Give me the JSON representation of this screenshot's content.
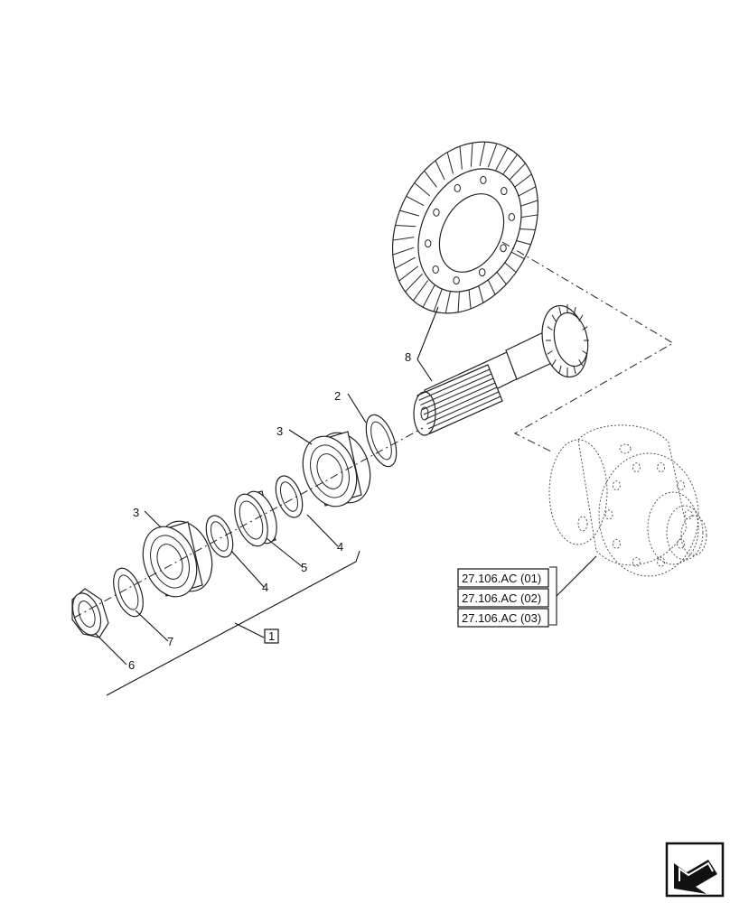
{
  "callouts": [
    {
      "id": "c8",
      "text": "8"
    },
    {
      "id": "c2",
      "text": "2"
    },
    {
      "id": "c3a",
      "text": "3"
    },
    {
      "id": "c3b",
      "text": "3"
    },
    {
      "id": "c4a",
      "text": "4"
    },
    {
      "id": "c4b",
      "text": "4"
    },
    {
      "id": "c5",
      "text": "5"
    },
    {
      "id": "c7",
      "text": "7"
    },
    {
      "id": "c6",
      "text": "6"
    },
    {
      "id": "c1",
      "text": "1"
    }
  ],
  "references": [
    "27.106.AC (01)",
    "27.106.AC (02)",
    "27.106.AC (03)"
  ],
  "icons": {
    "nav": "next-page-arrow-icon"
  }
}
